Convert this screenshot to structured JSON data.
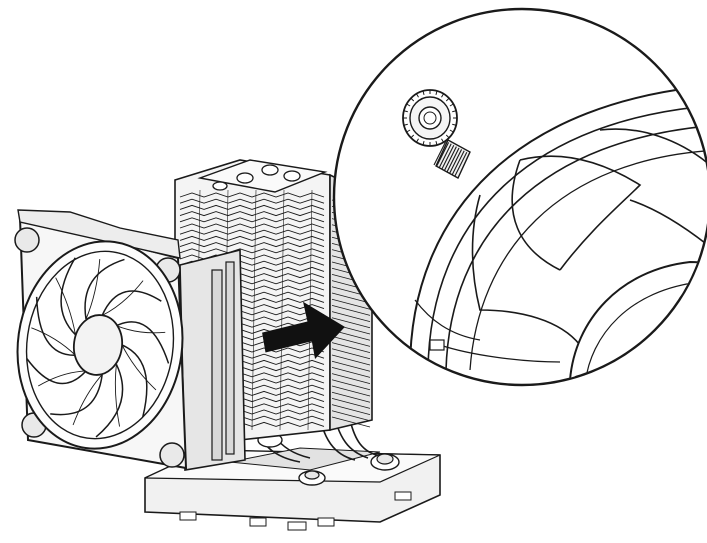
{
  "illustration": {
    "subject": "cpu-cooler-fan-installation",
    "callout": "fan-clip-detail",
    "direction": "push-fan-toward-heatsink"
  },
  "colors": {
    "line": "#1a1a1a",
    "fill": "#ffffff",
    "shade_light": "#ececec",
    "shade_mid": "#d6d6d6",
    "shade_dark": "#9a9a9a",
    "arrow": "#111111"
  }
}
